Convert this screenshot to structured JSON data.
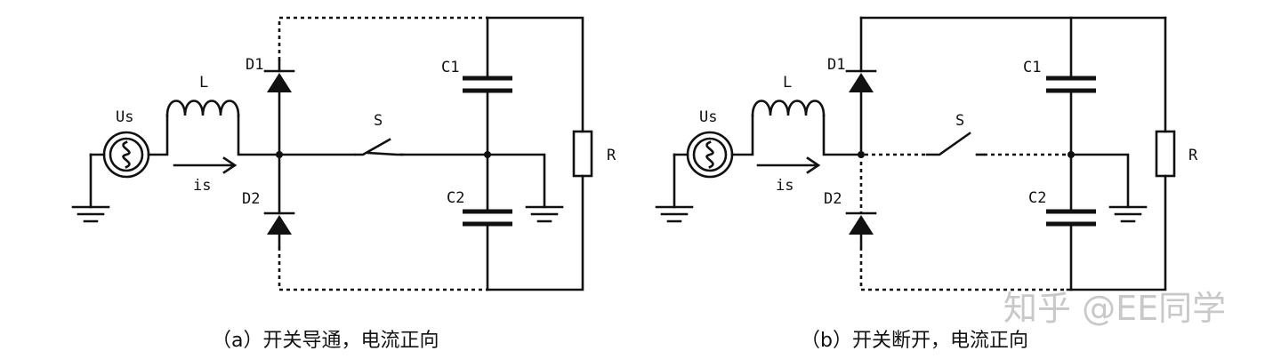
{
  "panels": [
    {
      "id": "a",
      "caption": "（a）开关导通，电流正向",
      "labels": {
        "source": "Us",
        "inductor": "L",
        "current": "is",
        "d1": "D1",
        "d2": "D2",
        "switch": "S",
        "c1": "C1",
        "c2": "C2",
        "resistor": "R"
      },
      "switch_state": "closed"
    },
    {
      "id": "b",
      "caption": "（b）开关断开，电流正向",
      "labels": {
        "source": "Us",
        "inductor": "L",
        "current": "is",
        "d1": "D1",
        "d2": "D2",
        "switch": "S",
        "c1": "C1",
        "c2": "C2",
        "resistor": "R"
      },
      "switch_state": "open"
    }
  ],
  "watermark": "知乎 @EE同学"
}
